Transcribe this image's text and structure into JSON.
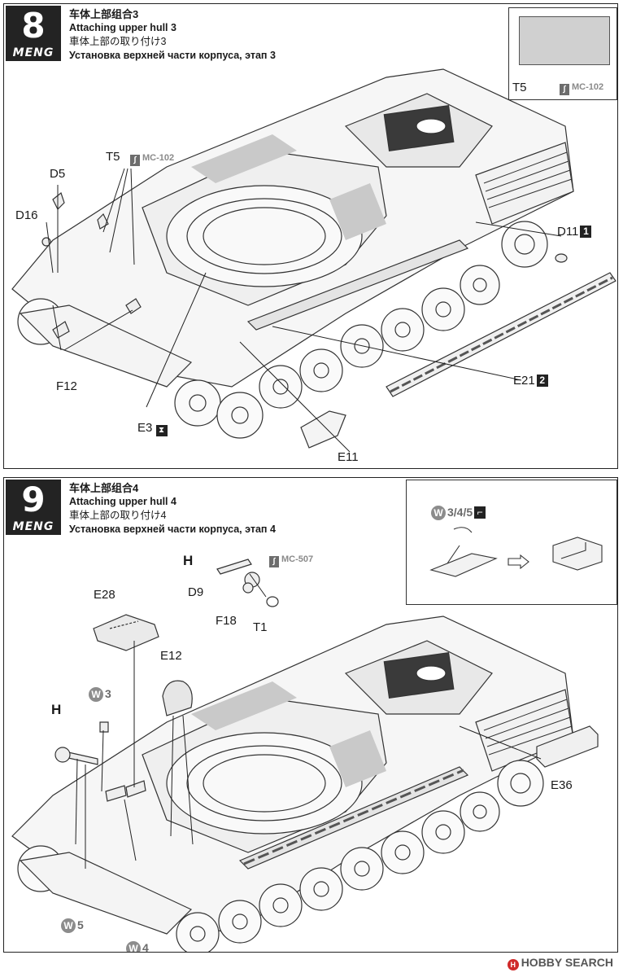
{
  "steps": [
    {
      "number": "8",
      "brand": "MENG",
      "title_cn": "车体上部组合3",
      "title_en": "Attaching upper hull 3",
      "title_jp": "車体上部の取り付け3",
      "title_ru": "Установка верхней части корпуса, этап 3",
      "inset_label": "T5",
      "inset_paint": "MC-102",
      "callouts": {
        "t5": "T5",
        "t5_paint": "MC-102",
        "d5": "D5",
        "d16": "D16",
        "f12": "F12",
        "e3": "E3",
        "e11": "E11",
        "e21": "E21",
        "e21_box": "2",
        "d11": "D11",
        "d11_box": "1"
      }
    },
    {
      "number": "9",
      "brand": "MENG",
      "title_cn": "车体上部组合4",
      "title_en": "Attaching upper hull 4",
      "title_jp": "車体上部の取り付け4",
      "title_ru": "Установка верхней части корпуса, этап 4",
      "inset_label": "3/4/5",
      "inset_w": "W",
      "callouts": {
        "h_top": "H",
        "d9": "D9",
        "f18": "F18",
        "t1": "T1",
        "paint": "MC-507",
        "e28": "E28",
        "e12": "E12",
        "w3": "3",
        "h_left": "H",
        "w5": "5",
        "w4": "4",
        "e36": "E36",
        "w_letter": "W"
      }
    }
  ],
  "watermark": {
    "logo": "H",
    "text": "HOBBY SEARCH"
  }
}
